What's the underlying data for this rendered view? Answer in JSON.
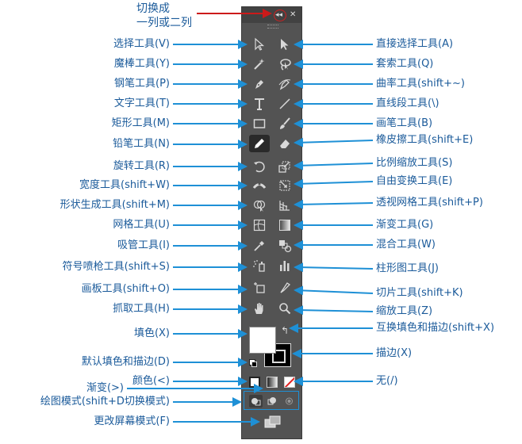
{
  "annotation": {
    "collapse_note_line1": "切换成",
    "collapse_note_line2": "一列或二列"
  },
  "toolbar": {
    "collapse_button": "◂◂",
    "close_button": "✕"
  },
  "left_labels": [
    "选择工具(V)",
    "魔棒工具(Y)",
    "钢笔工具(P)",
    "文字工具(T)",
    "矩形工具(M)",
    "铅笔工具(N)",
    "旋转工具(R)",
    "宽度工具(shift+W)",
    "形状生成工具(shift+M)",
    "网格工具(U)",
    "吸管工具(I)",
    "符号喷枪工具(shift+S)",
    "画板工具(shift+O)",
    "抓取工具(H)",
    "填色(X)",
    "默认填色和描边(D)",
    "颜色(<)",
    "渐变(>)",
    "绘图模式(shift+D切换模式)",
    "更改屏幕模式(F)"
  ],
  "right_labels": [
    "直接选择工具(A)",
    "套索工具(Q)",
    "曲率工具(shift+~)",
    "直线段工具(\\)",
    "画笔工具(B)",
    "橡皮擦工具(shift+E)",
    "比例缩放工具(S)",
    "自由变换工具(E)",
    "透视网格工具(shift+P)",
    "渐变工具(G)",
    "混合工具(W)",
    "柱形图工具(J)",
    "切片工具(shift+K)",
    "缩放工具(Z)",
    "互换填色和描边(shift+X)",
    "描边(X)",
    "无(/)"
  ],
  "tools_left": [
    "selection-icon",
    "magic-wand-icon",
    "pen-icon",
    "type-icon",
    "rectangle-icon",
    "pencil-icon",
    "rotate-icon",
    "width-icon",
    "shape-builder-icon",
    "mesh-icon",
    "eyedropper-icon",
    "symbol-sprayer-icon",
    "artboard-icon",
    "hand-icon"
  ],
  "tools_right": [
    "direct-selection-icon",
    "lasso-icon",
    "curvature-icon",
    "line-segment-icon",
    "paintbrush-icon",
    "eraser-icon",
    "scale-icon",
    "free-transform-icon",
    "perspective-grid-icon",
    "gradient-icon",
    "blend-icon",
    "column-graph-icon",
    "slice-icon",
    "zoom-icon"
  ],
  "colors": {
    "label_blue": "#1a5a9a",
    "leader_blue": "#1e90d6",
    "annotation_red": "#cc1a1a",
    "panel_bg": "#535353",
    "panel_header": "#424242",
    "icon_fg": "#d8d8d8"
  }
}
